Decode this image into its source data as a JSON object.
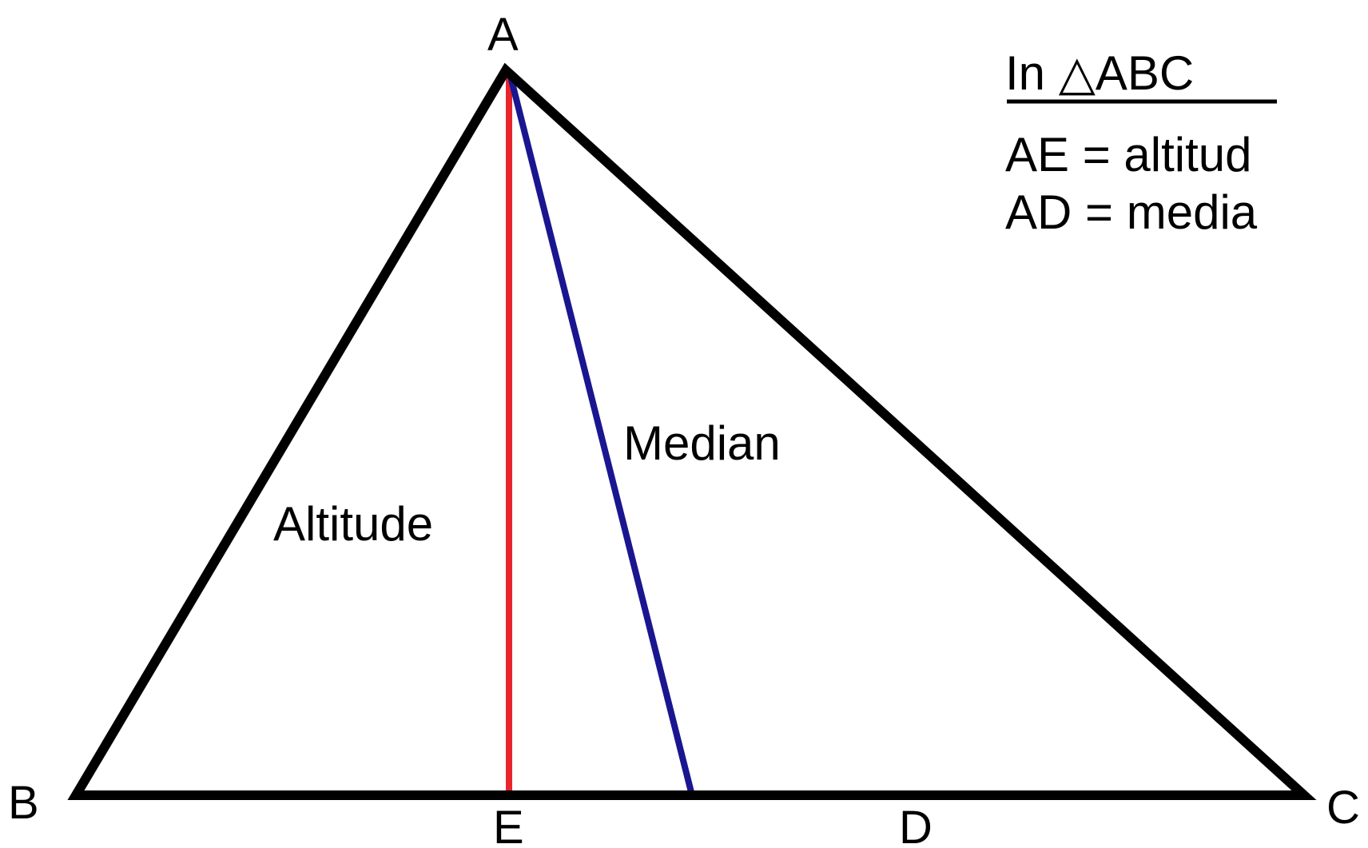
{
  "diagram": {
    "vertices": {
      "A": "A",
      "B": "B",
      "C": "C",
      "D": "D",
      "E": "E"
    },
    "labels": {
      "median": "Median",
      "altitude": "Altitude"
    },
    "legend": {
      "title": "In △ABC",
      "line1": "AE = altitud",
      "line2": "AD = media"
    },
    "colors": {
      "triangle": "#000000",
      "altitude": "#e8252b",
      "median": "#1a1690",
      "text": "#000000",
      "background": "#ffffff"
    }
  }
}
